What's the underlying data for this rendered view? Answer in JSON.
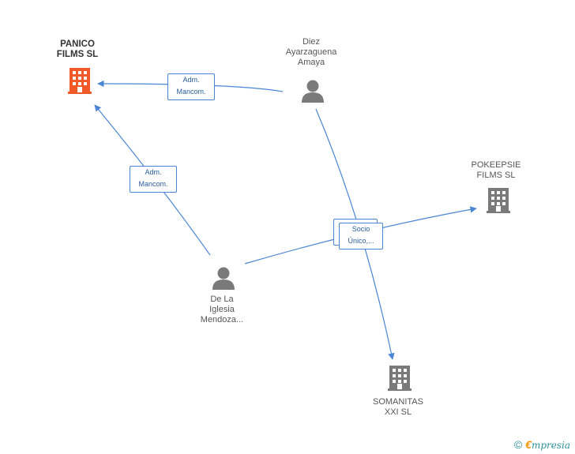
{
  "nodes": {
    "panico": {
      "label": "PANICO\nFILMS SL",
      "type": "company",
      "color": "#f05a28"
    },
    "diez": {
      "label": "Diez\nAyarzaguena\nAmaya",
      "type": "person",
      "color": "#7a7a7a"
    },
    "pokeepsie": {
      "label": "POKEEPSIE\nFILMS SL",
      "type": "company",
      "color": "#7a7a7a"
    },
    "delaiglesia": {
      "label": "De La\nIglesia\nMendoza...",
      "type": "person",
      "color": "#7a7a7a"
    },
    "somanitas": {
      "label": "SOMANITAS\nXXI SL",
      "type": "company",
      "color": "#7a7a7a"
    }
  },
  "edges": {
    "diez_panico": "Adm.\nMancom.",
    "iglesia_panico": "Adm.\nMancom.",
    "socio": "Socio\nÚnico,..."
  },
  "colors": {
    "edge": "#4a86d4"
  },
  "footer": {
    "copyright": "©",
    "brand_e": "€",
    "brand_rest": "mpresia"
  }
}
